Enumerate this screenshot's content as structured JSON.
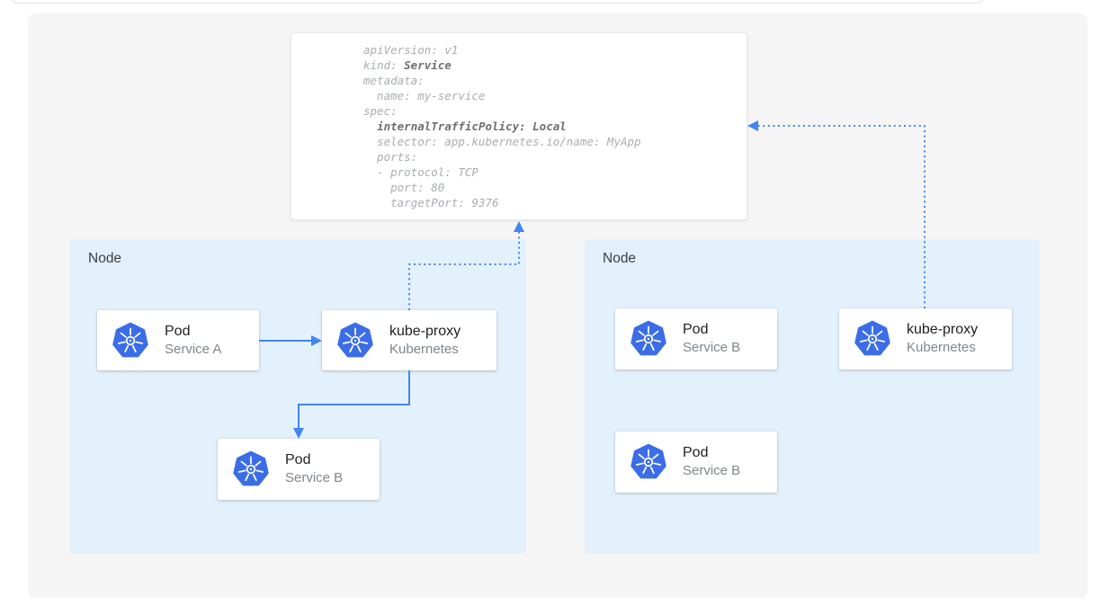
{
  "colors": {
    "arrow_blue": "#4285f4",
    "node_background": "#e3f1fd",
    "kubernetes_blue": "#3b6de8",
    "code_gray": "#a9adb2",
    "code_bold_gray": "#6e6e6e"
  },
  "yaml_card": {
    "lines": [
      [
        {
          "t": "apiVersion: v1",
          "b": false
        }
      ],
      [
        {
          "t": "kind: ",
          "b": false
        },
        {
          "t": "Service",
          "b": true
        }
      ],
      [
        {
          "t": "metadata:",
          "b": false
        }
      ],
      [
        {
          "t": "  name: my-service",
          "b": false
        }
      ],
      [
        {
          "t": "spec:",
          "b": false
        }
      ],
      [
        {
          "t": "  ",
          "b": false
        },
        {
          "t": "internalTrafficPolicy: Local",
          "b": true
        }
      ],
      [
        {
          "t": "  selector: app.kubernetes.io/name: MyApp",
          "b": false
        }
      ],
      [
        {
          "t": "  ports:",
          "b": false
        }
      ],
      [
        {
          "t": "  - protocol: TCP",
          "b": false
        }
      ],
      [
        {
          "t": "    port: 80",
          "b": false
        }
      ],
      [
        {
          "t": "    targetPort: 9376",
          "b": false
        }
      ]
    ]
  },
  "nodes": [
    {
      "label": "Node",
      "cards": [
        {
          "title": "Pod",
          "subtitle": "Service A"
        },
        {
          "title": "kube-proxy",
          "subtitle": "Kubernetes"
        },
        {
          "title": "Pod",
          "subtitle": "Service B"
        }
      ]
    },
    {
      "label": "Node",
      "cards": [
        {
          "title": "Pod",
          "subtitle": "Service B"
        },
        {
          "title": "kube-proxy",
          "subtitle": "Kubernetes"
        },
        {
          "title": "Pod",
          "subtitle": "Service B"
        }
      ]
    }
  ]
}
